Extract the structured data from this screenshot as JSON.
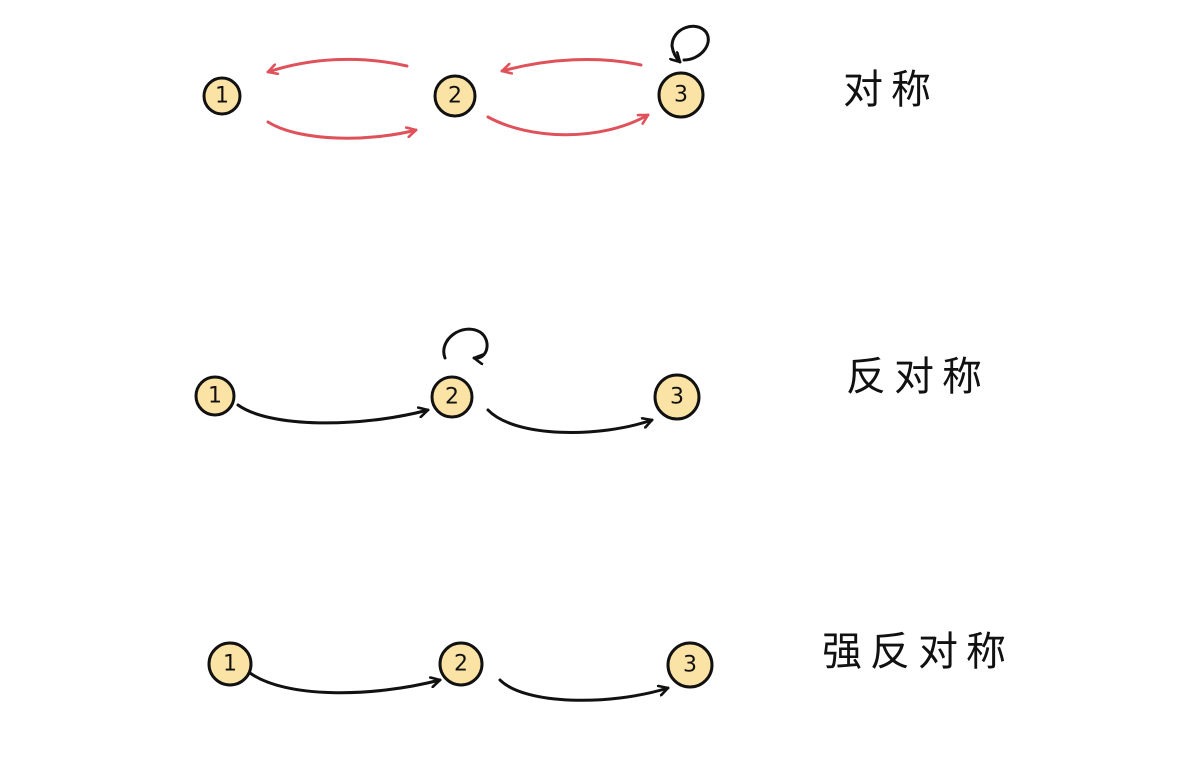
{
  "colors": {
    "symmetric_edge": "#e0525b",
    "other_edge": "#111111",
    "node_fill": "#fbe3a6",
    "node_stroke": "#111111"
  },
  "rows": [
    {
      "id": "symmetric",
      "label": "对称",
      "nodes": [
        "1",
        "2",
        "3"
      ],
      "edges": [
        {
          "from": "1",
          "to": "2"
        },
        {
          "from": "2",
          "to": "1"
        },
        {
          "from": "2",
          "to": "3"
        },
        {
          "from": "3",
          "to": "2"
        },
        {
          "from": "3",
          "to": "3"
        }
      ]
    },
    {
      "id": "antisymmetric",
      "label": "反对称",
      "nodes": [
        "1",
        "2",
        "3"
      ],
      "edges": [
        {
          "from": "1",
          "to": "2"
        },
        {
          "from": "2",
          "to": "3"
        },
        {
          "from": "2",
          "to": "2"
        }
      ]
    },
    {
      "id": "strongly-antisymmetric",
      "label": "强反对称",
      "nodes": [
        "1",
        "2",
        "3"
      ],
      "edges": [
        {
          "from": "1",
          "to": "2"
        },
        {
          "from": "2",
          "to": "3"
        }
      ]
    }
  ]
}
